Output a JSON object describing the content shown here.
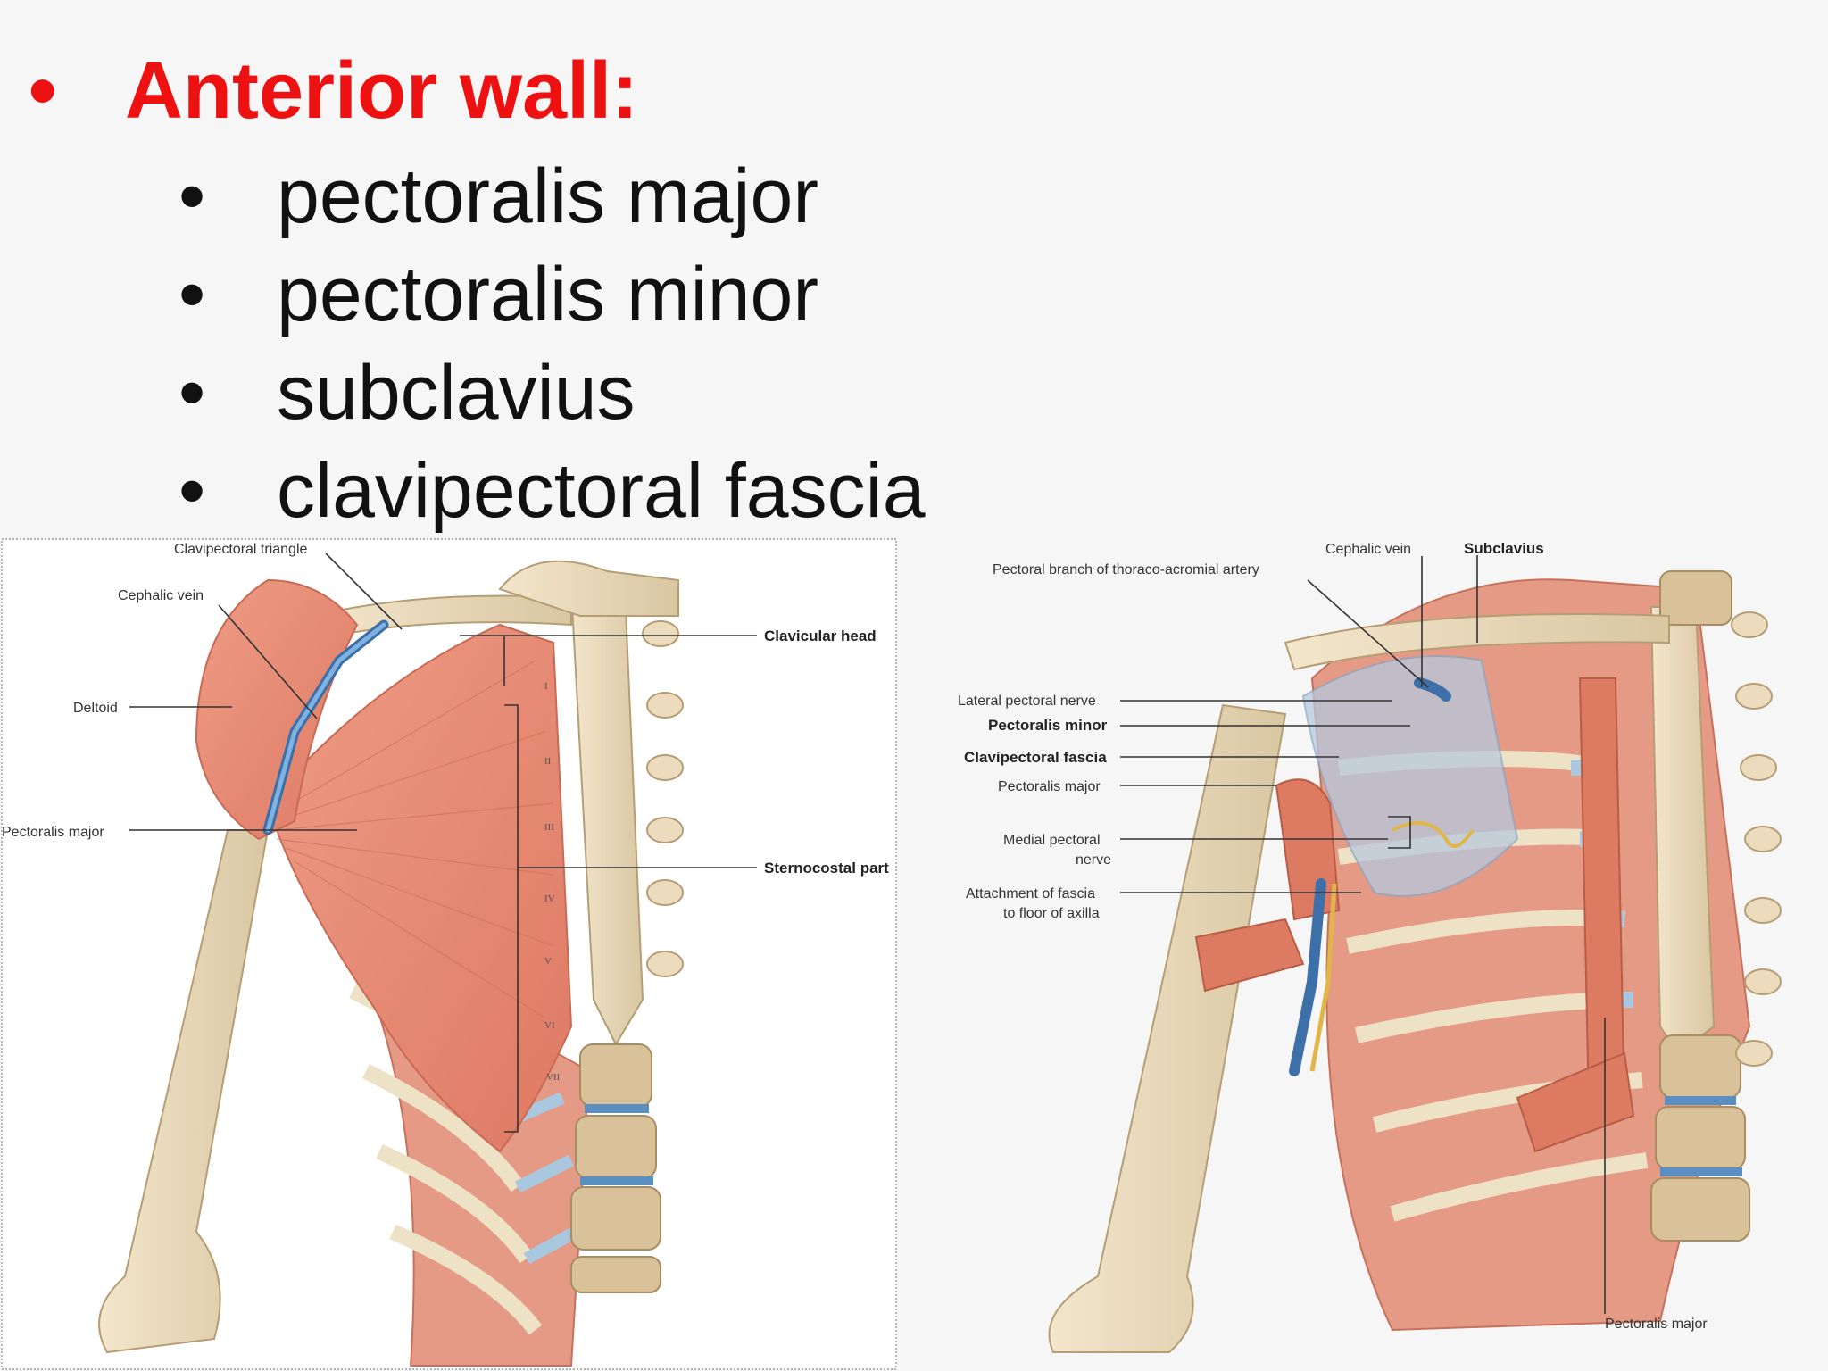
{
  "slide": {
    "title": "Anterior wall:",
    "title_color": "#ee1111",
    "items": [
      "pectoralis major",
      "pectoralis minor",
      "subclavius",
      "clavipectoral fascia"
    ]
  },
  "left_figure": {
    "labels": {
      "clavipectoral_triangle": "Clavipectoral triangle",
      "cephalic_vein": "Cephalic vein",
      "deltoid": "Deltoid",
      "pectoralis_major": "Pectoralis major",
      "clavicular_head": "Clavicular head",
      "sternocostal_part": "Sternocostal part"
    },
    "rib_numerals": [
      "I",
      "II",
      "III",
      "IV",
      "V",
      "VI",
      "VII"
    ]
  },
  "right_figure": {
    "labels": {
      "cephalic_vein": "Cephalic vein",
      "subclavius": "Subclavius",
      "pectoral_branch": "Pectoral branch of thoraco-acromial artery",
      "lateral_pectoral_nerve": "Lateral pectoral nerve",
      "pectoralis_minor": "Pectoralis minor",
      "clavipectoral_fascia": "Clavipectoral fascia",
      "pectoralis_major": "Pectoralis major",
      "medial_pectoral_1": "Medial pectoral",
      "medial_pectoral_2": "nerve",
      "attachment_1": "Attachment of fascia",
      "attachment_2": "to floor of axilla",
      "pectoralis_major_bottom": "Pectoralis major"
    }
  },
  "colors": {
    "muscle": "#e98f79",
    "bone": "#ecdcbd",
    "vein": "#4f86c0",
    "cartilage": "#a9c7df"
  }
}
